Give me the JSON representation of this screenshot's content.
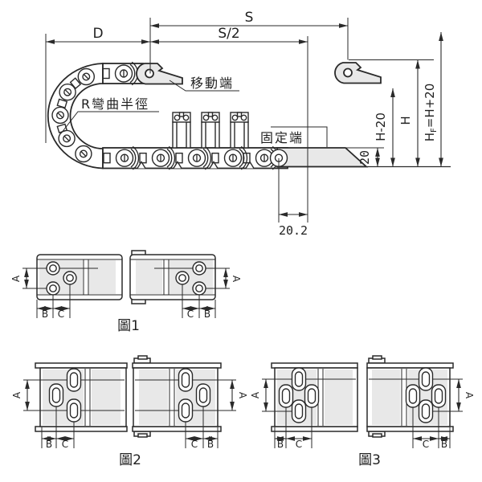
{
  "drawing": {
    "dim_s": "S",
    "dim_s_half": "S/2",
    "dim_d": "D",
    "dim_h_minus_20": "H-20",
    "dim_h": "H",
    "dim_hf_pre": "H",
    "dim_hf_sub": "F",
    "dim_hf_post": "=H+20",
    "dim_20": "20",
    "dim_20_2": "20.2",
    "label_moving_end": "移動端",
    "label_fixed_end": "固定端",
    "label_bend_radius": "R彎曲半徑"
  },
  "figures": [
    {
      "caption": "圖1",
      "dim_a": "A",
      "dim_b": "B",
      "dim_c": "C"
    },
    {
      "caption": "圖2",
      "dim_a": "A",
      "dim_b": "B",
      "dim_c": "C"
    },
    {
      "caption": "圖3",
      "dim_a": "A",
      "dim_b": "B",
      "dim_c": "C"
    }
  ],
  "colors": {
    "line": "#2a2a2a",
    "fill_gray": "#e8e8e8",
    "background": "#ffffff"
  }
}
